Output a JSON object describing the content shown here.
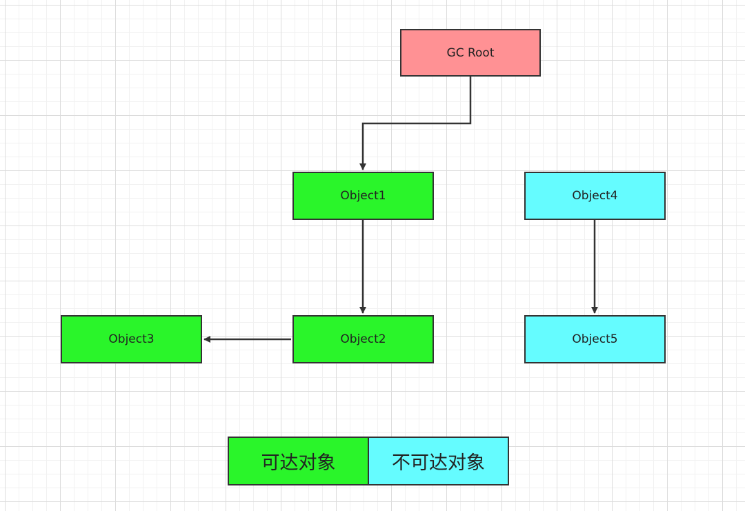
{
  "colors": {
    "root": "#ff9194",
    "reachable": "#2af52a",
    "unreachable": "#65fcff",
    "edge": "#333333"
  },
  "nodes": {
    "gc_root": {
      "label": "GC Root"
    },
    "object1": {
      "label": "Object1"
    },
    "object2": {
      "label": "Object2"
    },
    "object3": {
      "label": "Object3"
    },
    "object4": {
      "label": "Object4"
    },
    "object5": {
      "label": "Object5"
    }
  },
  "edges": [
    {
      "from": "GC Root",
      "to": "Object1"
    },
    {
      "from": "Object1",
      "to": "Object2"
    },
    {
      "from": "Object2",
      "to": "Object3"
    },
    {
      "from": "Object4",
      "to": "Object5"
    }
  ],
  "legend": {
    "reachable": "可达对象",
    "unreachable": "不可达对象"
  }
}
